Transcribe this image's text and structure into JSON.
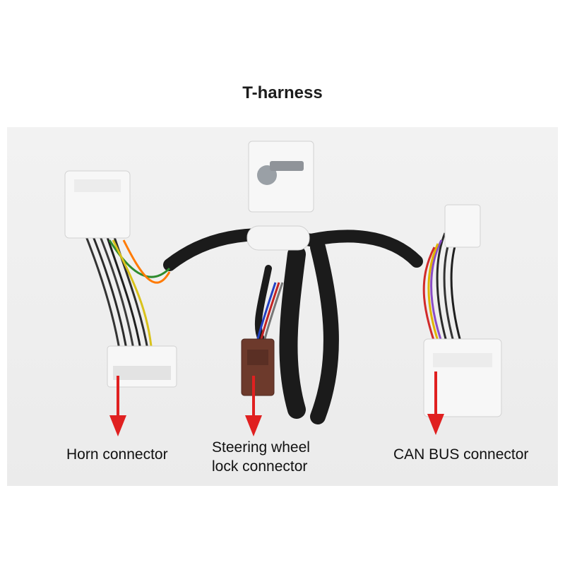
{
  "title": "T-harness",
  "labels": {
    "horn": "Horn connector",
    "lock_line1": "Steering wheel",
    "lock_line2": "lock connector",
    "can": "CAN BUS connector"
  },
  "colors": {
    "arrow": "#e02020",
    "sleeve": "#1b1b1b",
    "connector_white": "#f7f7f7",
    "connector_brown": "#6d3a2c"
  }
}
